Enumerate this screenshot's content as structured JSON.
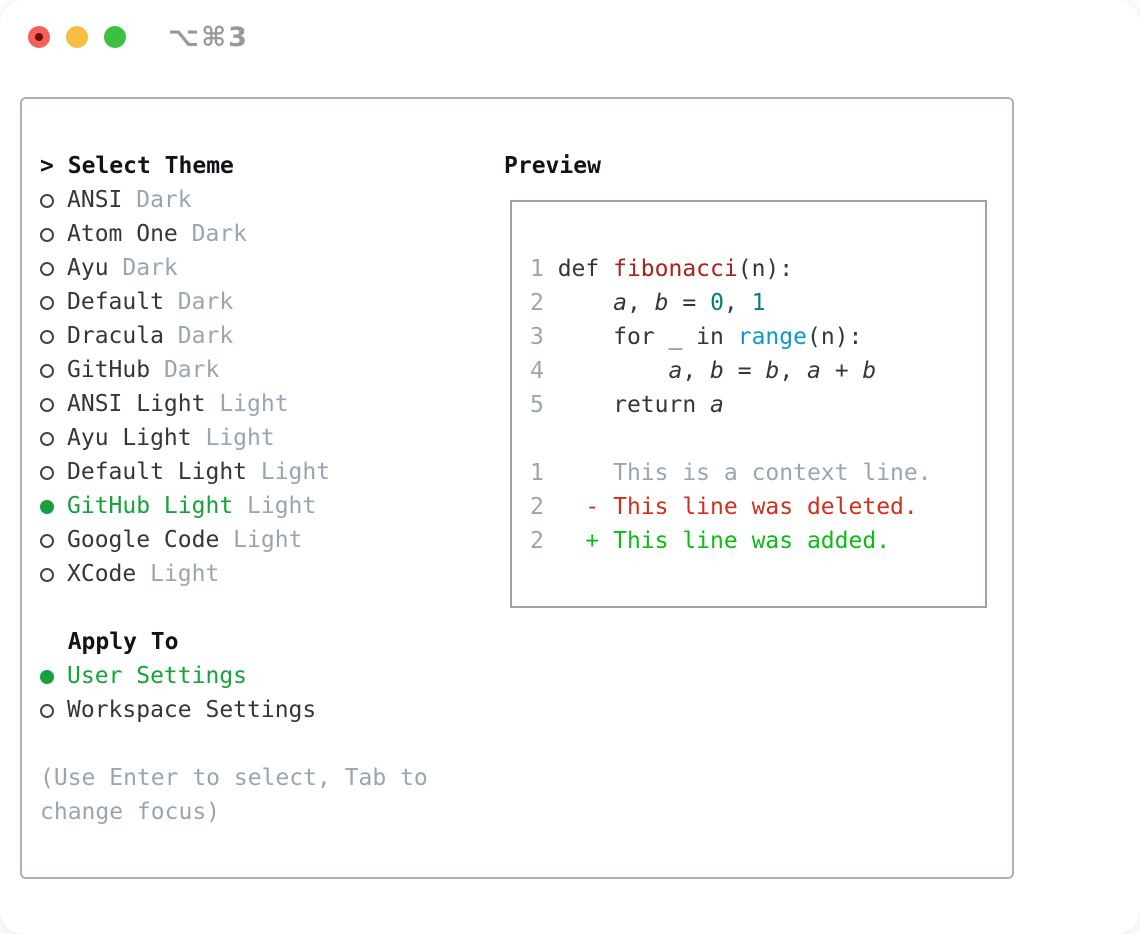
{
  "window": {
    "title": "⌥⌘3",
    "traffic_lights": [
      {
        "name": "close-button"
      },
      {
        "name": "minimize-button"
      },
      {
        "name": "zoom-button"
      }
    ]
  },
  "theme_picker": {
    "prompt": ">",
    "heading": "Select Theme",
    "items": [
      {
        "name": "ANSI",
        "tag": "Dark",
        "selected": false
      },
      {
        "name": "Atom One",
        "tag": "Dark",
        "selected": false
      },
      {
        "name": "Ayu",
        "tag": "Dark",
        "selected": false
      },
      {
        "name": "Default",
        "tag": "Dark",
        "selected": false
      },
      {
        "name": "Dracula",
        "tag": "Dark",
        "selected": false
      },
      {
        "name": "GitHub",
        "tag": "Dark",
        "selected": false
      },
      {
        "name": "ANSI Light",
        "tag": "Light",
        "selected": false
      },
      {
        "name": "Ayu Light",
        "tag": "Light",
        "selected": false
      },
      {
        "name": "Default Light",
        "tag": "Light",
        "selected": false
      },
      {
        "name": "GitHub Light",
        "tag": "Light",
        "selected": true
      },
      {
        "name": "Google Code",
        "tag": "Light",
        "selected": false
      },
      {
        "name": "XCode",
        "tag": "Light",
        "selected": false
      }
    ]
  },
  "apply_to": {
    "heading": "Apply To",
    "options": [
      {
        "label": "User Settings",
        "selected": true
      },
      {
        "label": "Workspace Settings",
        "selected": false
      }
    ]
  },
  "help": {
    "line1": "(Use Enter to select, Tab to",
    "line2": "change focus)"
  },
  "preview": {
    "heading": "Preview",
    "code_lines": [
      {
        "number": "1",
        "tokens": [
          {
            "text": "def ",
            "style": "plain"
          },
          {
            "text": "fibonacci",
            "style": "function"
          },
          {
            "text": "(n):",
            "style": "plain"
          }
        ]
      },
      {
        "number": "2",
        "tokens": [
          {
            "text": "    ",
            "style": "plain"
          },
          {
            "text": "a",
            "style": "variable"
          },
          {
            "text": ", ",
            "style": "plain"
          },
          {
            "text": "b",
            "style": "variable"
          },
          {
            "text": " = ",
            "style": "plain"
          },
          {
            "text": "0",
            "style": "number"
          },
          {
            "text": ", ",
            "style": "plain"
          },
          {
            "text": "1",
            "style": "number"
          }
        ]
      },
      {
        "number": "3",
        "tokens": [
          {
            "text": "    for _ in ",
            "style": "plain"
          },
          {
            "text": "range",
            "style": "builtin"
          },
          {
            "text": "(n):",
            "style": "plain"
          }
        ]
      },
      {
        "number": "4",
        "tokens": [
          {
            "text": "        ",
            "style": "plain"
          },
          {
            "text": "a",
            "style": "variable"
          },
          {
            "text": ", ",
            "style": "plain"
          },
          {
            "text": "b",
            "style": "variable"
          },
          {
            "text": " = ",
            "style": "plain"
          },
          {
            "text": "b",
            "style": "variable"
          },
          {
            "text": ", ",
            "style": "plain"
          },
          {
            "text": "a",
            "style": "variable"
          },
          {
            "text": " + ",
            "style": "plain"
          },
          {
            "text": "b",
            "style": "variable"
          }
        ]
      },
      {
        "number": "5",
        "tokens": [
          {
            "text": "    return ",
            "style": "plain"
          },
          {
            "text": "a",
            "style": "variable"
          }
        ]
      }
    ],
    "diff_lines": [
      {
        "number": "1",
        "kind": "context",
        "text": "    This is a context line."
      },
      {
        "number": "2",
        "kind": "deleted",
        "text": "  - This line was deleted."
      },
      {
        "number": "2",
        "kind": "added",
        "text": "  + This line was added."
      }
    ]
  },
  "colors": {
    "selection_green": "#17a13c",
    "diff_added_green": "#0cbc15",
    "diff_deleted_red": "#cf2f1e",
    "diff_context_gray": "#9ba5b0",
    "syntax_function_red": "#a8231b",
    "syntax_number_teal": "#0a7d76",
    "syntax_builtin_blue": "#1095cd",
    "syntax_plain": "#33373b",
    "line_number_gray": "#9ba5b0",
    "muted_gray": "#9aa5b1",
    "heading_black": "#101418",
    "panel_border": "#a9b2bc",
    "preview_border": "#99a3ac",
    "traffic_red": "#f4615a",
    "traffic_yellow": "#f6bf44",
    "traffic_green": "#3dbf44"
  }
}
